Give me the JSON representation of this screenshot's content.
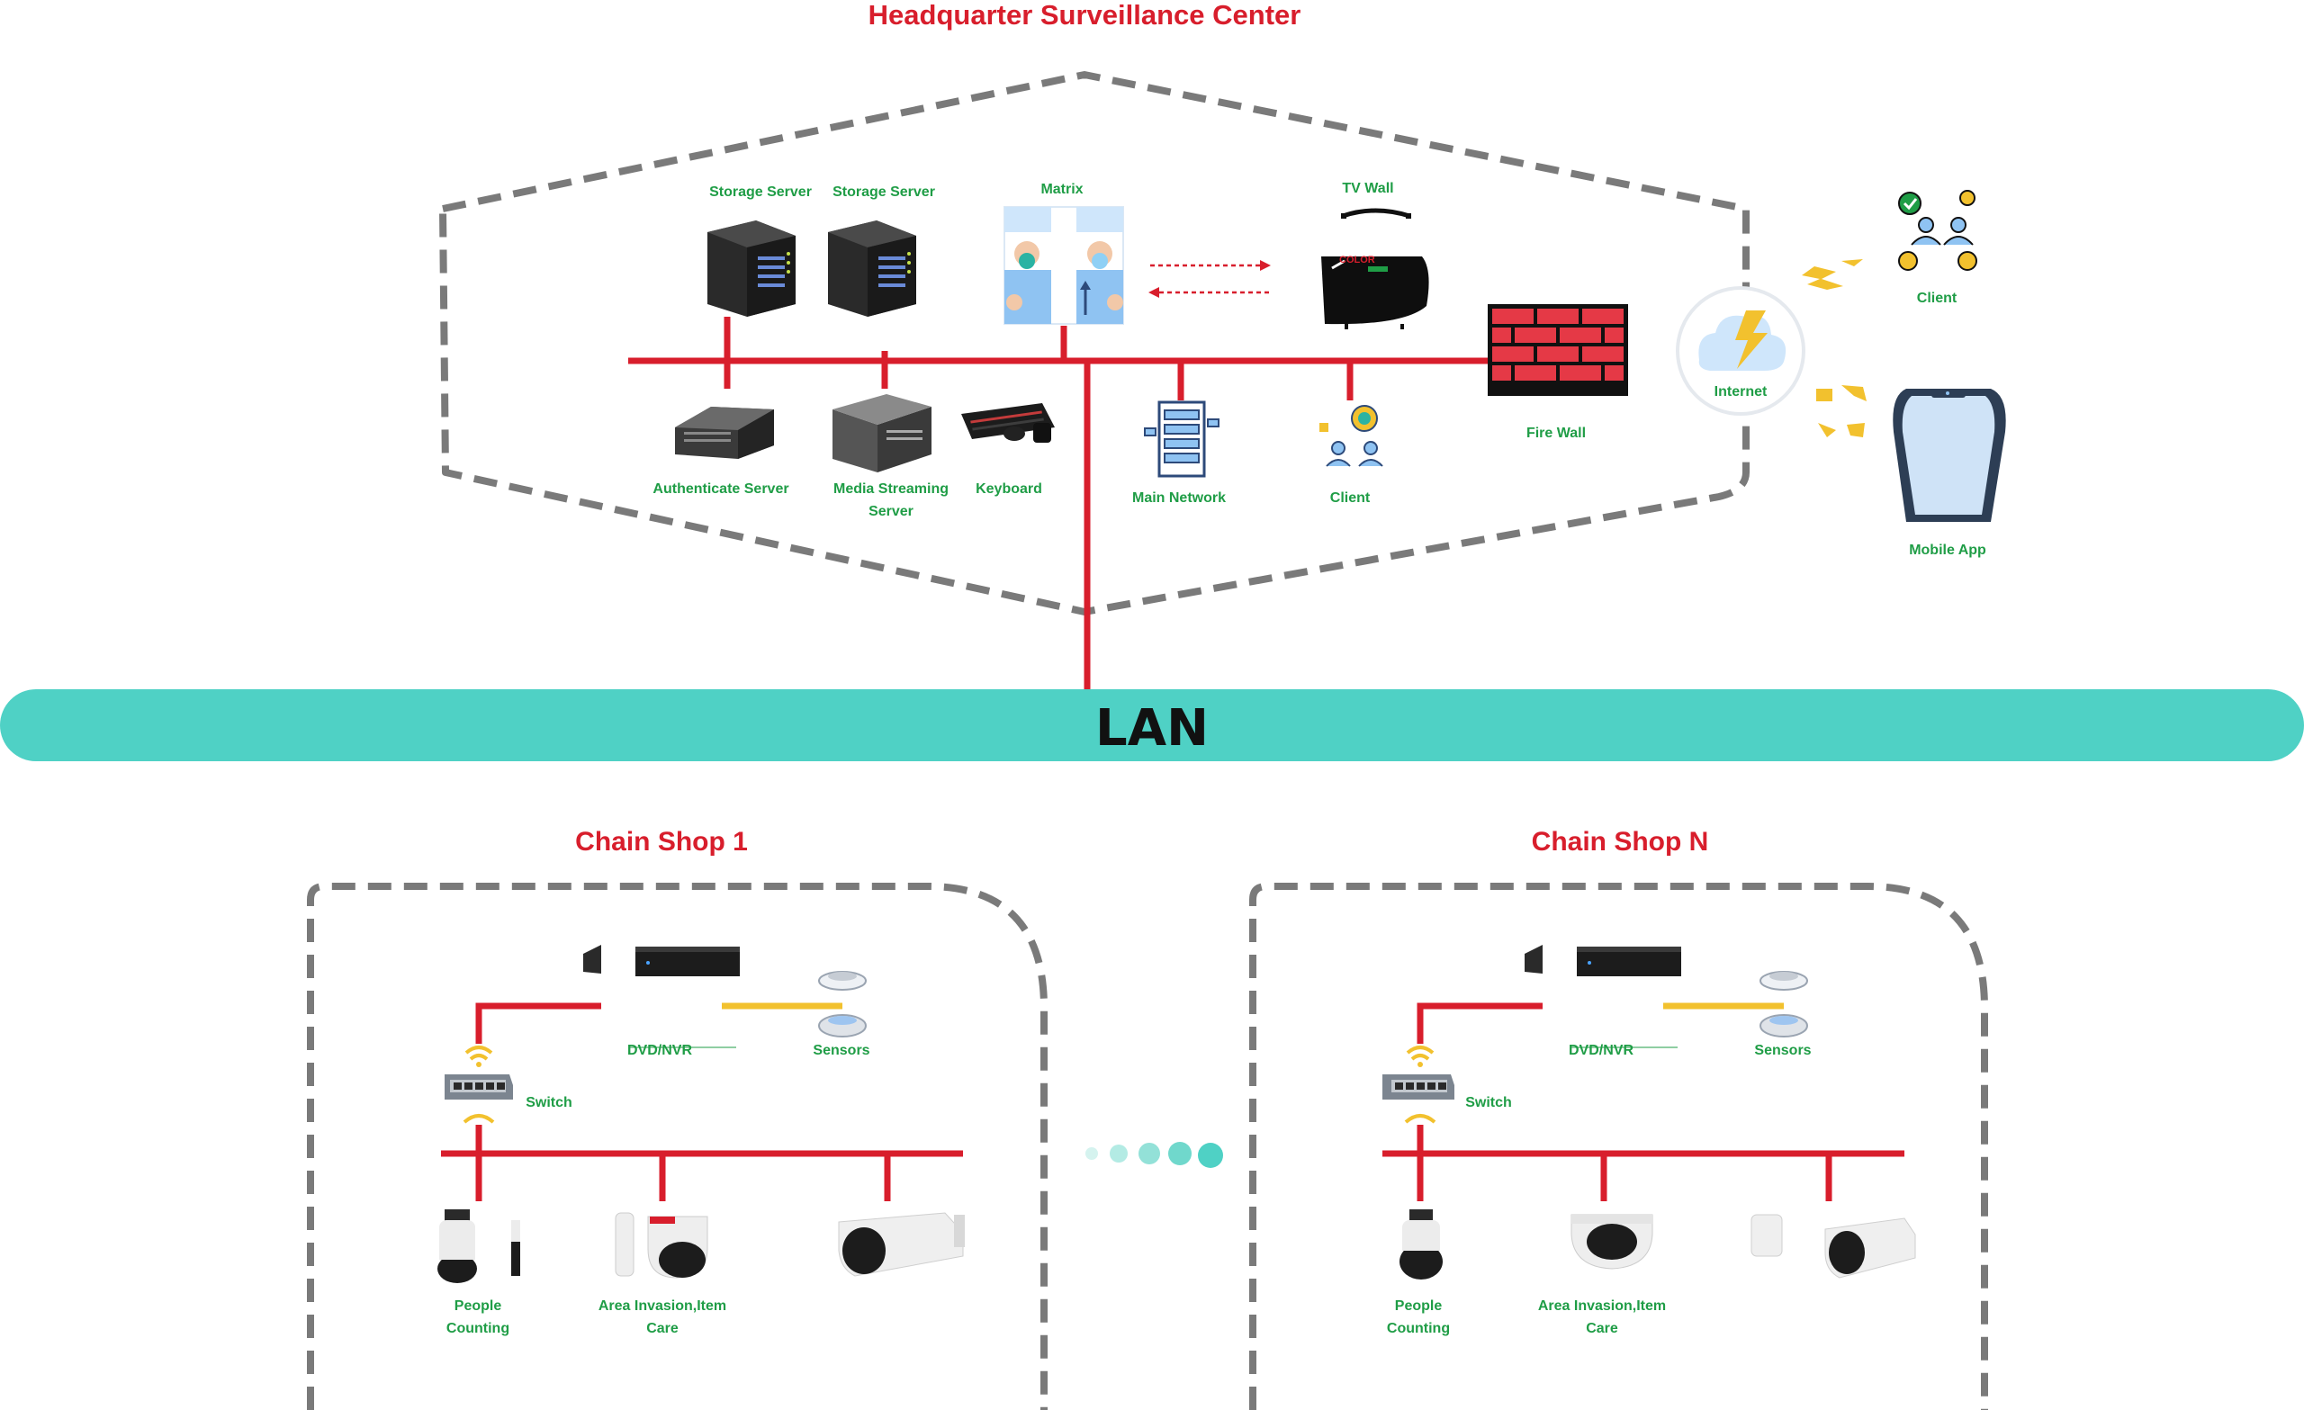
{
  "headquarter": {
    "title": "Headquarter Surveillance Center",
    "storage_server_1": "Storage Server",
    "storage_server_2": "Storage Server",
    "matrix": "Matrix",
    "tv_wall": "TV Wall",
    "tv_brand": "COLOR",
    "authenticate_server": "Authenticate Server",
    "media_streaming_line1": "Media Streaming",
    "media_streaming_line2": "Server",
    "keyboard": "Keyboard",
    "main_network": "Main Network",
    "client": "Client",
    "fire_wall": "Fire Wall",
    "internet": "Internet",
    "remote_client": "Client",
    "mobile_app": "Mobile App"
  },
  "lan": {
    "label": "LAN"
  },
  "shop1": {
    "title": "Chain Shop 1",
    "dvd_nvr": "DVD/NVR",
    "sensors": "Sensors",
    "switch": "Switch",
    "people_counting_line1": "People",
    "people_counting_line2": "Counting",
    "area_line1": "Area Invasion,Item",
    "area_line2": "Care"
  },
  "shopN": {
    "title": "Chain Shop N",
    "dvd_nvr": "DVD/NVR",
    "sensors": "Sensors",
    "switch": "Switch",
    "people_counting_line1": "People",
    "people_counting_line2": "Counting",
    "area_line1": "Area Invasion,Item",
    "area_line2": "Care"
  },
  "colors": {
    "title_red": "#d81e2c",
    "label_green": "#1f9d46",
    "lan_teal": "#4fd1c5",
    "line_red": "#d81e2c",
    "line_yellow": "#f2c12e",
    "dash_gray": "#7a7a7a"
  },
  "icons": [
    "storage-server-icon",
    "matrix-icon",
    "tv-wall-icon",
    "authenticate-server-icon",
    "media-streaming-server-icon",
    "keyboard-icon",
    "main-network-icon",
    "client-icon",
    "firewall-icon",
    "internet-cloud-icon",
    "lightning-icon",
    "mobile-phone-icon",
    "dvr-icon",
    "sensor-icon",
    "switch-icon",
    "wifi-icon",
    "speed-dome-camera-icon",
    "dome-camera-icon",
    "bullet-camera-icon"
  ]
}
